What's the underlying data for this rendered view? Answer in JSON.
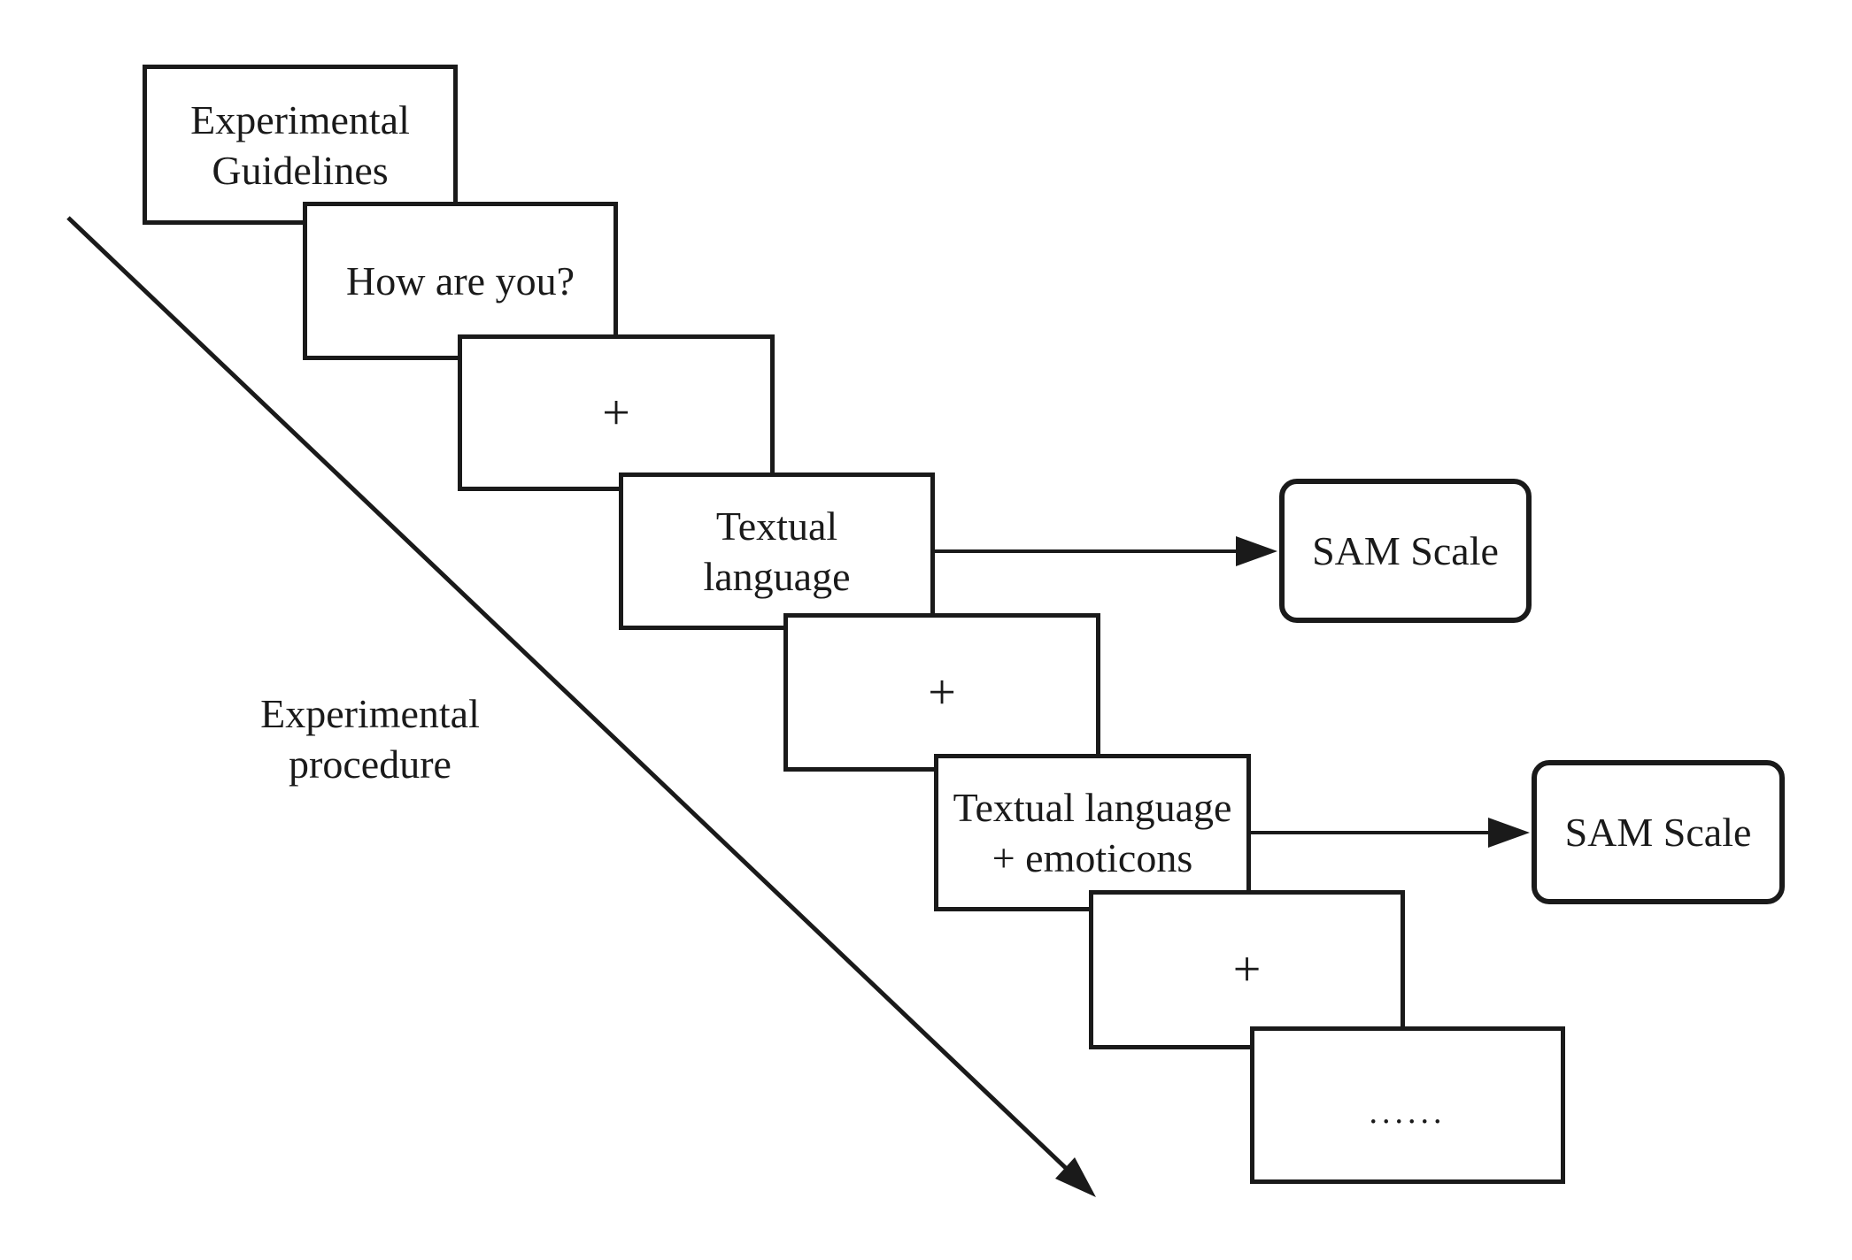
{
  "figure": {
    "colors": {
      "ink": "#1a1a1a",
      "background": "#ffffff"
    },
    "procedure_label": {
      "line1": "Experimental",
      "line2": "procedure"
    },
    "screens": [
      {
        "lines": [
          "Experimental",
          "Guidelines"
        ]
      },
      {
        "lines": [
          "How are you?"
        ]
      },
      {
        "lines": [
          "+"
        ]
      },
      {
        "lines": [
          "Textual",
          "language"
        ]
      },
      {
        "lines": [
          "+"
        ]
      },
      {
        "lines": [
          "Textual language",
          "+ emoticons"
        ]
      },
      {
        "lines": [
          "+"
        ]
      },
      {
        "lines": [
          "......"
        ]
      }
    ],
    "sam_scales": [
      {
        "label": "SAM Scale"
      },
      {
        "label": "SAM Scale"
      }
    ]
  }
}
